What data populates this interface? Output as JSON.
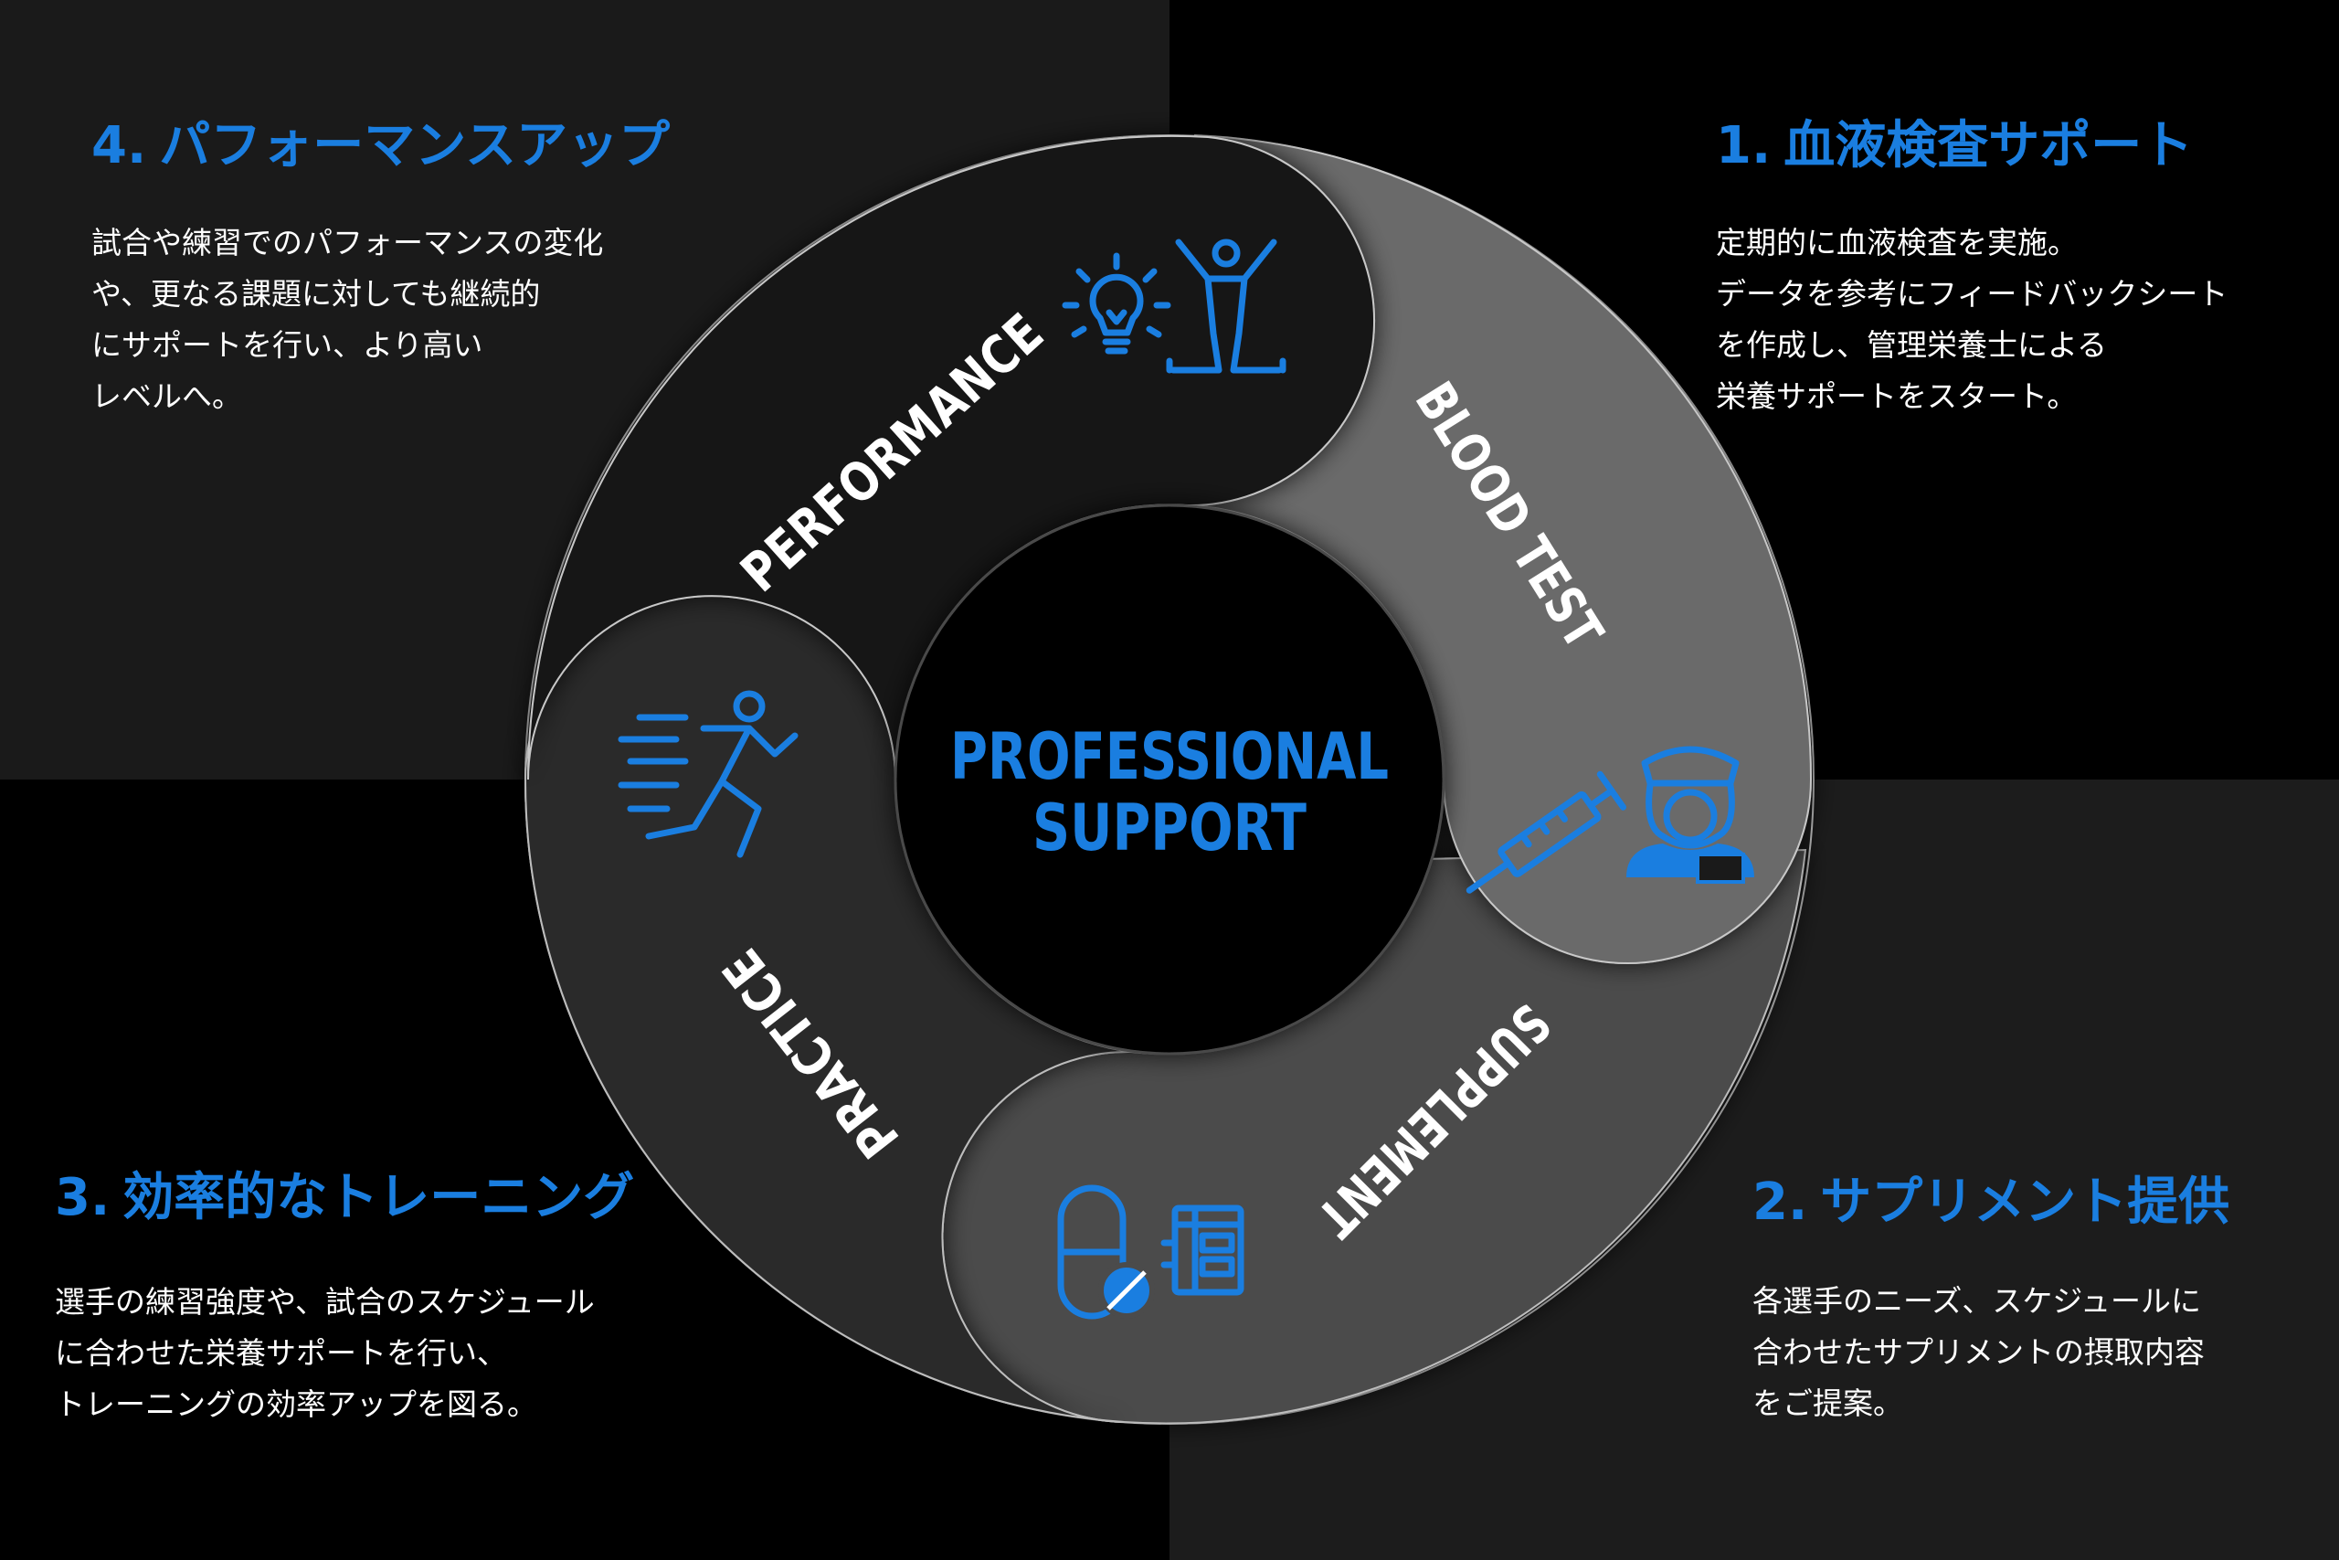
{
  "center": {
    "line1": "PROFESSIONAL",
    "line2": "SUPPORT"
  },
  "segments": {
    "performance": "PERFORMANCE",
    "blood_test": "BLOOD TEST",
    "supplement": "SUPPLEMENT",
    "practice": "PRACTICE"
  },
  "panels": {
    "blood_test": {
      "number": "1.",
      "title": "血液検査サポート",
      "lines": [
        "定期的に血液検査を実施。",
        "データを参考にフィードバックシート",
        "を作成し、管理栄養士による",
        "栄養サポートをスタート。"
      ]
    },
    "supplement": {
      "number": "2.",
      "title": "サプリメント提供",
      "lines": [
        "各選手のニーズ、スケジュールに",
        "合わせたサプリメントの摂取内容",
        "をご提案。"
      ]
    },
    "training": {
      "number": "3.",
      "title": "効率的なトレーニング",
      "lines": [
        "選手の練習強度や、試合のスケジュール",
        "に合わせた栄養サポートを行い、",
        "トレーニングの効率アップを図る。"
      ]
    },
    "performance": {
      "number": "4.",
      "title": "パフォーマンスアップ",
      "lines": [
        "試合や練習でのパフォーマンスの変化",
        "や、更なる課題に対しても継続的",
        "にサポートを行い、より高い",
        "レベルへ。"
      ]
    }
  },
  "icons": [
    "idea-bulb-icon",
    "athlete-raised-arms-icon",
    "syringe-icon",
    "nurse-icon",
    "capsule-pill-icon",
    "supplement-bottle-icon",
    "running-athlete-icon"
  ],
  "colors": {
    "accent": "#1a7ee0",
    "segment_dark": "#141414",
    "segment_mid": "#2c2c2c",
    "segment_grey": "#6a6a6a",
    "segment_grey2": "#4a4a4a"
  }
}
